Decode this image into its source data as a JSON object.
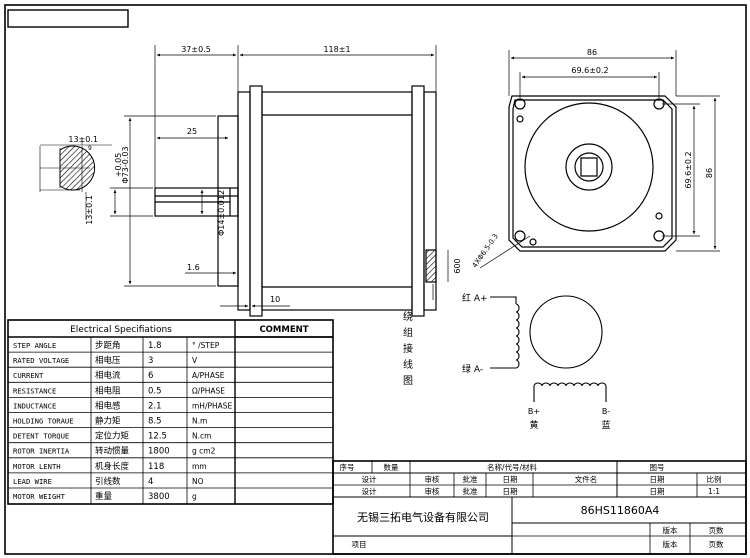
{
  "dimensions": {
    "d37": "37±0.5",
    "d118": "118±1",
    "d86_top": "86",
    "d69_top": "69.6±0.2",
    "d86_side": "86",
    "d69_side": "69.6±0.2",
    "d25": "25",
    "d13_top": "13±0.1",
    "d13_side": "13±0.1",
    "d_shaft_small": "+0.05",
    "d_flange": "Φ73-0.03",
    "d_shaft": "Φ14±0.012",
    "d16": "1.6",
    "d10": "10",
    "d600": "600",
    "d_holes": "4XΦ6.5-0.3",
    "d9": "9"
  },
  "wiring": {
    "title_chars": [
      "绕",
      "组",
      "接",
      "线",
      "图"
    ],
    "red_label": "红 A+",
    "green_label": "绿 A-",
    "b_plus": "B+",
    "b_plus_cn": "黄",
    "b_minus": "B-",
    "b_minus_cn": "蓝"
  },
  "specs": {
    "title": "Electrical Specifiations",
    "comment": "COMMENT",
    "rows": [
      {
        "en": "STEP ANGLE",
        "cn": "步距角",
        "val": "1.8",
        "unit": "° /STEP"
      },
      {
        "en": "RATED VOLTAGE",
        "cn": "相电压",
        "val": "3",
        "unit": "V"
      },
      {
        "en": "CURRENT",
        "cn": "相电流",
        "val": "6",
        "unit": "A/PHASE"
      },
      {
        "en": "RESISTANCE",
        "cn": "相电阻",
        "val": "0.5",
        "unit": "Ω/PHASE"
      },
      {
        "en": "INDUCTANCE",
        "cn": "相电感",
        "val": "2.1",
        "unit": "mH/PHASE"
      },
      {
        "en": "HOLDING TORAUE",
        "cn": "静力矩",
        "val": "8.5",
        "unit": "N.m"
      },
      {
        "en": "DETENT TORQUE",
        "cn": "定位力矩",
        "val": "12.5",
        "unit": "N.cm"
      },
      {
        "en": "ROTOR INERTIA",
        "cn": "转动惯量",
        "val": "1800",
        "unit": "g cm2"
      },
      {
        "en": "MOTOR LENTH",
        "cn": "机身长度",
        "val": "118",
        "unit": "mm"
      },
      {
        "en": "LEAD WIRE",
        "cn": "引线数",
        "val": "4",
        "unit": "NO"
      },
      {
        "en": "MOTOR WEIGHT",
        "cn": "重量",
        "val": "3800",
        "unit": "g"
      }
    ]
  },
  "titleblock": {
    "seq": "序号",
    "qty": "数量",
    "name": "名称/代号/材料",
    "drawing_no": "图号",
    "design": "设计",
    "review": "审核",
    "approve": "批准",
    "date": "日期",
    "filename": "文件名",
    "scale": "比例",
    "scale_val": "1:1",
    "company": "无锡三拓电气设备有限公司",
    "model": "86HS11860A4",
    "version": "版本",
    "pages": "页数",
    "project": "项目"
  }
}
